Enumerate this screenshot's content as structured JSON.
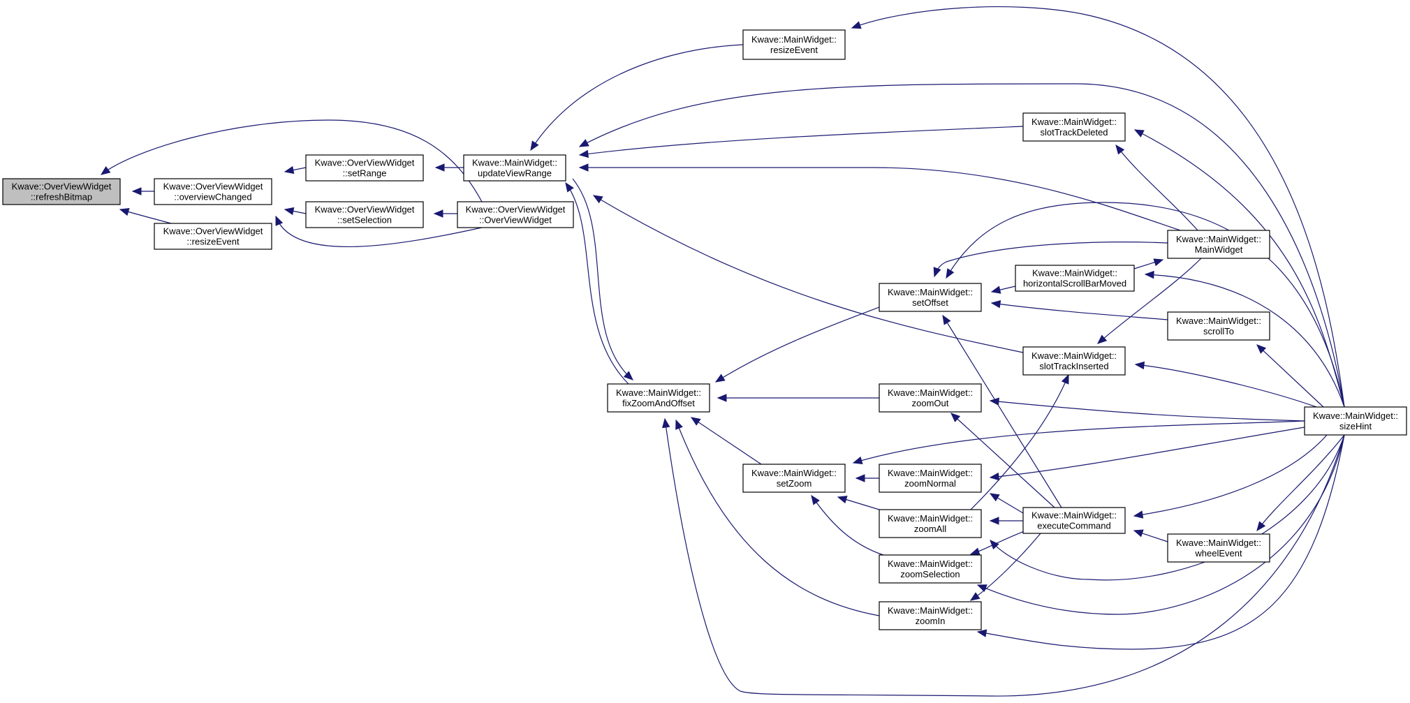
{
  "diagram": {
    "nodes": [
      {
        "id": "refreshBitmap",
        "lines": [
          "Kwave::OverViewWidget",
          "::refreshBitmap"
        ],
        "highlight": true
      },
      {
        "id": "overviewChanged",
        "lines": [
          "Kwave::OverViewWidget",
          "::overviewChanged"
        ]
      },
      {
        "id": "ovResizeEvent",
        "lines": [
          "Kwave::OverViewWidget",
          "::resizeEvent"
        ]
      },
      {
        "id": "setRange",
        "lines": [
          "Kwave::OverViewWidget",
          "::setRange"
        ]
      },
      {
        "id": "setSelection",
        "lines": [
          "Kwave::OverViewWidget",
          "::setSelection"
        ]
      },
      {
        "id": "updateViewRange",
        "lines": [
          "Kwave::MainWidget::",
          "updateViewRange"
        ]
      },
      {
        "id": "overViewWidget",
        "lines": [
          "Kwave::OverViewWidget",
          "::OverViewWidget"
        ]
      },
      {
        "id": "mwResizeEvent",
        "lines": [
          "Kwave::MainWidget::",
          "resizeEvent"
        ]
      },
      {
        "id": "slotTrackDeleted",
        "lines": [
          "Kwave::MainWidget::",
          "slotTrackDeleted"
        ]
      },
      {
        "id": "mainWidget",
        "lines": [
          "Kwave::MainWidget::",
          "MainWidget"
        ]
      },
      {
        "id": "setOffset",
        "lines": [
          "Kwave::MainWidget::",
          "setOffset"
        ]
      },
      {
        "id": "hScroll",
        "lines": [
          "Kwave::MainWidget::",
          "horizontalScrollBarMoved"
        ]
      },
      {
        "id": "scrollTo",
        "lines": [
          "Kwave::MainWidget::",
          "scrollTo"
        ]
      },
      {
        "id": "slotTrackInserted",
        "lines": [
          "Kwave::MainWidget::",
          "slotTrackInserted"
        ]
      },
      {
        "id": "fixZoom",
        "lines": [
          "Kwave::MainWidget::",
          "fixZoomAndOffset"
        ]
      },
      {
        "id": "zoomOut",
        "lines": [
          "Kwave::MainWidget::",
          "zoomOut"
        ]
      },
      {
        "id": "sizeHint",
        "lines": [
          "Kwave::MainWidget::",
          "sizeHint"
        ]
      },
      {
        "id": "setZoom",
        "lines": [
          "Kwave::MainWidget::",
          "setZoom"
        ]
      },
      {
        "id": "zoomNormal",
        "lines": [
          "Kwave::MainWidget::",
          "zoomNormal"
        ]
      },
      {
        "id": "zoomAll",
        "lines": [
          "Kwave::MainWidget::",
          "zoomAll"
        ]
      },
      {
        "id": "executeCommand",
        "lines": [
          "Kwave::MainWidget::",
          "executeCommand"
        ]
      },
      {
        "id": "wheelEvent",
        "lines": [
          "Kwave::MainWidget::",
          "wheelEvent"
        ]
      },
      {
        "id": "zoomSelection",
        "lines": [
          "Kwave::MainWidget::",
          "zoomSelection"
        ]
      },
      {
        "id": "zoomIn",
        "lines": [
          "Kwave::MainWidget::",
          "zoomIn"
        ]
      }
    ],
    "edges": [
      {
        "from": "overviewChanged",
        "to": "refreshBitmap"
      },
      {
        "from": "ovResizeEvent",
        "to": "refreshBitmap"
      },
      {
        "from": "overViewWidget",
        "to": "refreshBitmap"
      },
      {
        "from": "setRange",
        "to": "overviewChanged"
      },
      {
        "from": "setSelection",
        "to": "overviewChanged"
      },
      {
        "from": "overViewWidget",
        "to": "overviewChanged"
      },
      {
        "from": "updateViewRange",
        "to": "setRange"
      },
      {
        "from": "overViewWidget",
        "to": "setSelection"
      },
      {
        "from": "mwResizeEvent",
        "to": "updateViewRange"
      },
      {
        "from": "sizeHint",
        "to": "updateViewRange"
      },
      {
        "from": "slotTrackDeleted",
        "to": "updateViewRange"
      },
      {
        "from": "mainWidget",
        "to": "updateViewRange"
      },
      {
        "from": "slotTrackInserted",
        "to": "updateViewRange"
      },
      {
        "from": "fixZoom",
        "to": "updateViewRange"
      },
      {
        "from": "sizeHint",
        "to": "mwResizeEvent"
      },
      {
        "from": "sizeHint",
        "to": "slotTrackDeleted"
      },
      {
        "from": "mainWidget",
        "to": "slotTrackDeleted"
      },
      {
        "from": "hScroll",
        "to": "mainWidget"
      },
      {
        "from": "mainWidget",
        "to": "setOffset"
      },
      {
        "from": "sizeHint",
        "to": "setOffset"
      },
      {
        "from": "hScroll",
        "to": "setOffset"
      },
      {
        "from": "scrollTo",
        "to": "setOffset"
      },
      {
        "from": "executeCommand",
        "to": "setOffset"
      },
      {
        "from": "sizeHint",
        "to": "hScroll"
      },
      {
        "from": "sizeHint",
        "to": "scrollTo"
      },
      {
        "from": "sizeHint",
        "to": "slotTrackInserted"
      },
      {
        "from": "mainWidget",
        "to": "slotTrackInserted"
      },
      {
        "from": "zoomAll",
        "to": "slotTrackInserted"
      },
      {
        "from": "updateViewRange",
        "to": "fixZoom"
      },
      {
        "from": "setOffset",
        "to": "fixZoom"
      },
      {
        "from": "zoomOut",
        "to": "fixZoom"
      },
      {
        "from": "setZoom",
        "to": "fixZoom"
      },
      {
        "from": "zoomIn",
        "to": "fixZoom"
      },
      {
        "from": "sizeHint",
        "to": "fixZoom"
      },
      {
        "from": "sizeHint",
        "to": "zoomOut"
      },
      {
        "from": "executeCommand",
        "to": "zoomOut"
      },
      {
        "from": "sizeHint",
        "to": "setZoom"
      },
      {
        "from": "zoomNormal",
        "to": "setZoom"
      },
      {
        "from": "zoomAll",
        "to": "setZoom"
      },
      {
        "from": "zoomSelection",
        "to": "setZoom"
      },
      {
        "from": "sizeHint",
        "to": "zoomNormal"
      },
      {
        "from": "executeCommand",
        "to": "zoomNormal"
      },
      {
        "from": "executeCommand",
        "to": "zoomAll"
      },
      {
        "from": "sizeHint",
        "to": "zoomAll"
      },
      {
        "from": "sizeHint",
        "to": "executeCommand"
      },
      {
        "from": "wheelEvent",
        "to": "executeCommand"
      },
      {
        "from": "sizeHint",
        "to": "wheelEvent"
      },
      {
        "from": "executeCommand",
        "to": "zoomSelection"
      },
      {
        "from": "sizeHint",
        "to": "zoomSelection"
      },
      {
        "from": "executeCommand",
        "to": "zoomIn"
      },
      {
        "from": "sizeHint",
        "to": "zoomIn"
      }
    ]
  }
}
